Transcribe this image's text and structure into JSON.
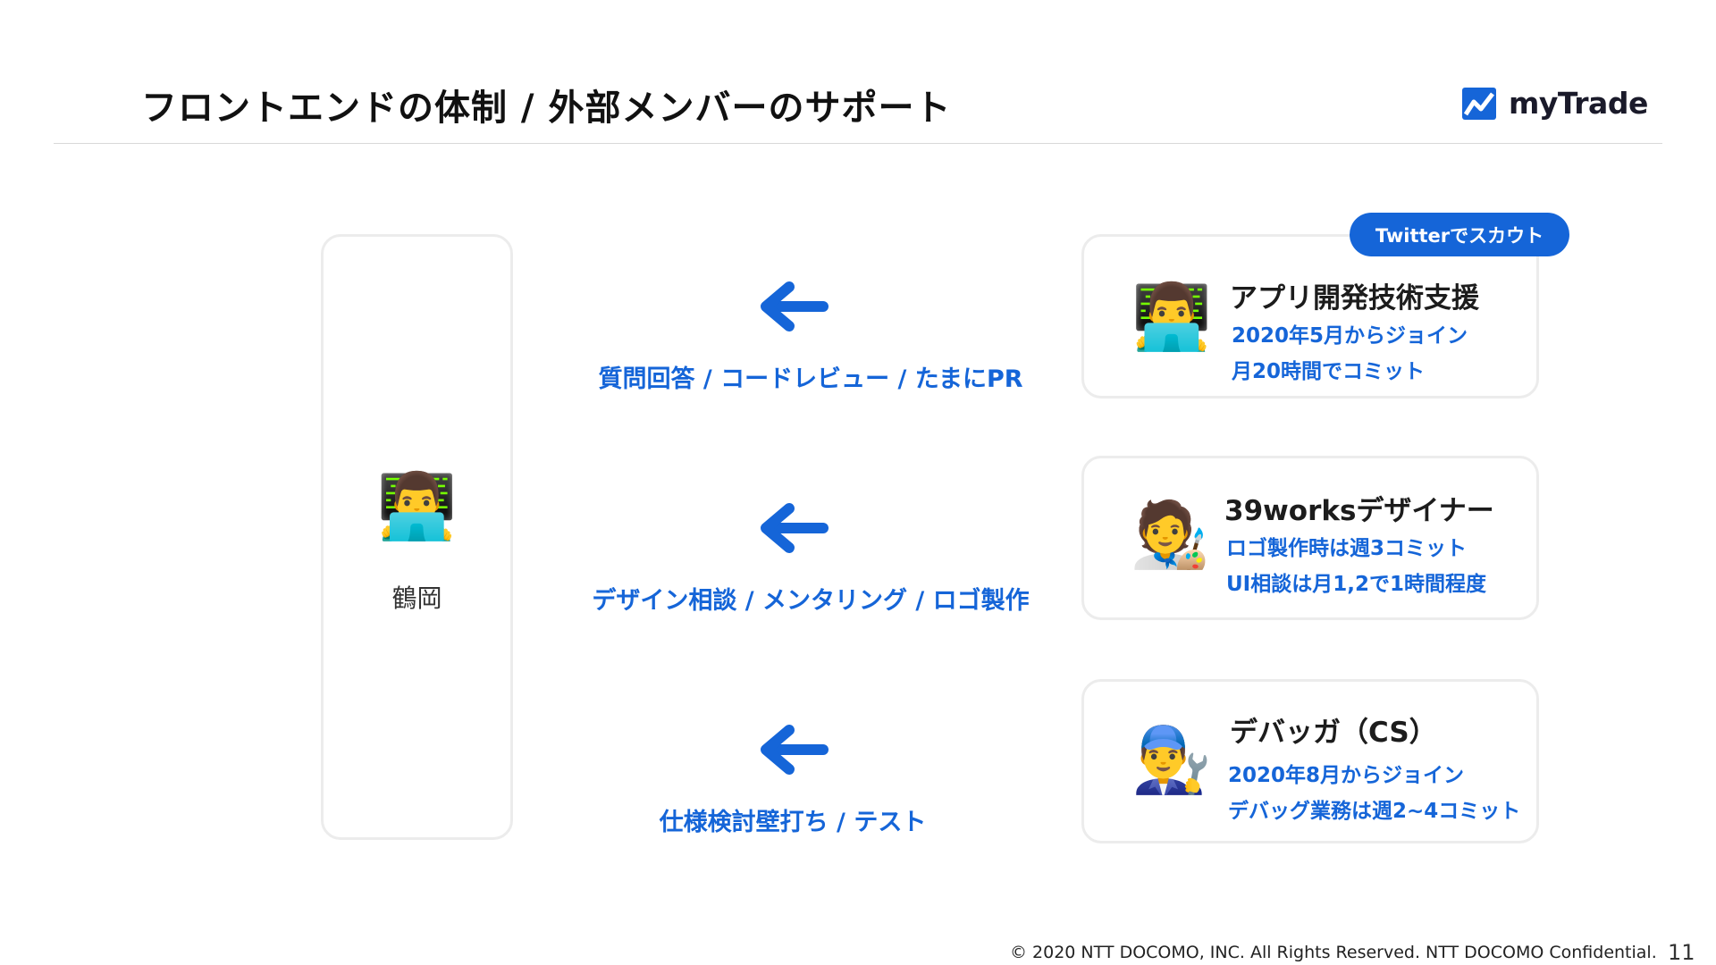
{
  "header": {
    "title": "フロントエンドの体制 / 外部メンバーのサポート",
    "logo_text": "myTrade",
    "brand_color": "#1565d8"
  },
  "lead": {
    "emoji": "👨‍💻",
    "name": "鶴岡"
  },
  "links": [
    {
      "label": "質問回答 / コードレビュー / たまにPR"
    },
    {
      "label": "デザイン相談  / メンタリング / ロゴ製作"
    },
    {
      "label": "仕様検討壁打ち / テスト"
    }
  ],
  "members": [
    {
      "emoji": "👨‍💻",
      "name": "アプリ開発技術支援",
      "lines": [
        "2020年5月からジョイン",
        "月20時間でコミット"
      ],
      "badge": "Twitterでスカウト"
    },
    {
      "emoji": "🧑‍🎨",
      "name": "39worksデザイナー",
      "lines": [
        "ロゴ製作時は週3コミット",
        "UI相談は月1,2で1時間程度"
      ]
    },
    {
      "emoji": "👨‍🔧",
      "name": "デバッガ（CS）",
      "lines": [
        "2020年8月からジョイン",
        "デバッグ業務は週2~4コミット"
      ]
    }
  ],
  "footer": {
    "copyright": "© 2020 NTT DOCOMO, INC. All Rights Reserved. NTT DOCOMO Confidential.",
    "page_number": "11"
  }
}
